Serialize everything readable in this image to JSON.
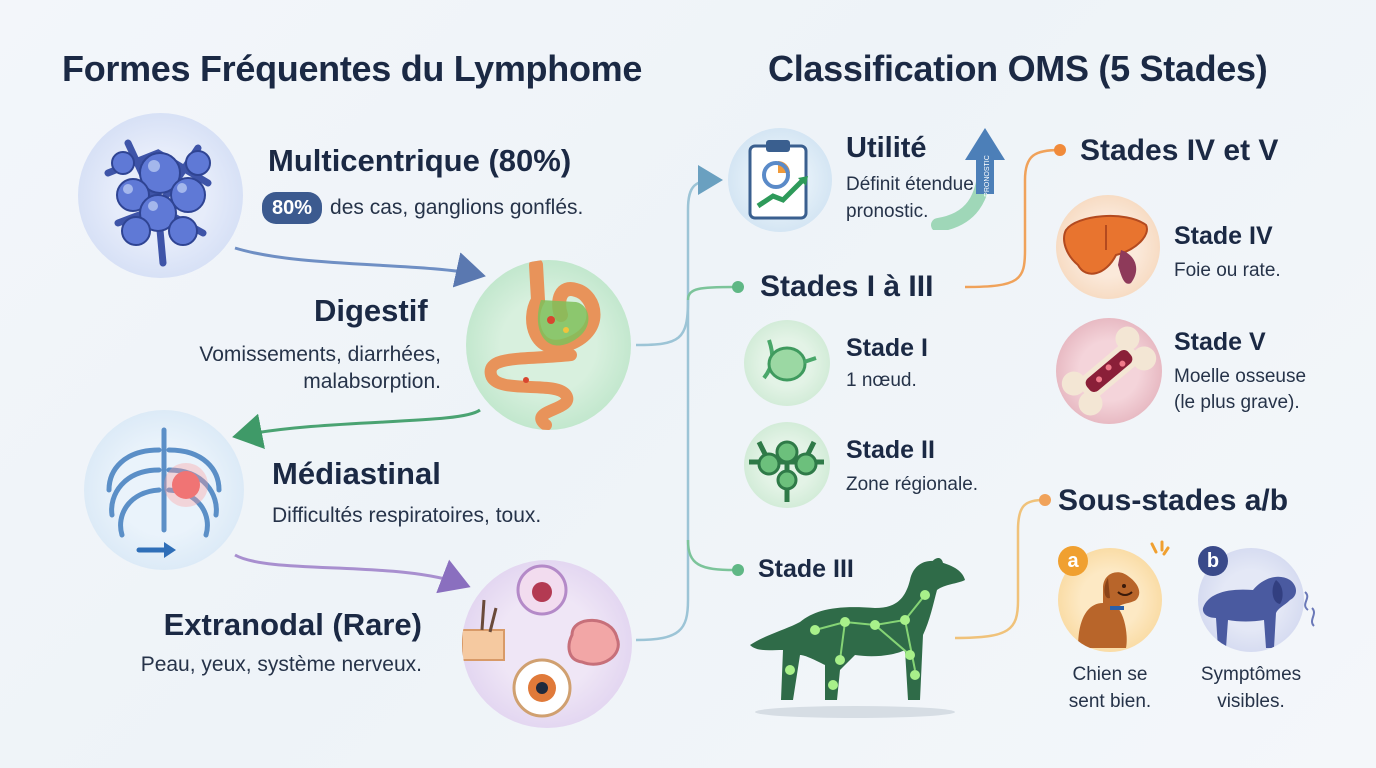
{
  "left": {
    "title": "Formes Fréquentes du Lymphome",
    "multicentric": {
      "heading": "Multicentrique (80%)",
      "badge": "80%",
      "text": "des cas, ganglions gonflés."
    },
    "digestive": {
      "heading": "Digestif",
      "line1": "Vomissements, diarrhées,",
      "line2": "malabsorption."
    },
    "mediastinal": {
      "heading": "Médiastinal",
      "text": "Difficultés respiratoires, toux."
    },
    "extranodal": {
      "heading": "Extranodal (Rare)",
      "text": "Peau, yeux, système nerveux."
    }
  },
  "right": {
    "title": "Classification OMS (5 Stades)",
    "utility": {
      "heading": "Utilité",
      "line1": "Définit étendue,",
      "line2": "pronostic.",
      "arrow_label": "PRONOSTIC"
    },
    "stages_1_3": {
      "heading": "Stades I à III",
      "stage1": {
        "heading": "Stade I",
        "text": "1 nœud."
      },
      "stage2": {
        "heading": "Stade II",
        "text": "Zone régionale."
      },
      "stage3": {
        "heading": "Stade III"
      }
    },
    "stages_4_5": {
      "heading": "Stades IV et V",
      "stage4": {
        "heading": "Stade IV",
        "text": "Foie ou rate."
      },
      "stage5": {
        "heading": "Stade V",
        "line1": "Moelle osseuse",
        "line2": "(le plus grave)."
      }
    },
    "substages": {
      "heading": "Sous-stades a/b",
      "a": {
        "letter": "a",
        "line1": "Chien se",
        "line2": "sent bien."
      },
      "b": {
        "letter": "b",
        "line1": "Symptômes",
        "line2": "visibles."
      }
    }
  },
  "colors": {
    "blue_connector": "#6f8fc4",
    "green_connector": "#7cc49a",
    "orange_connector": "#f0a25a",
    "purple_connector": "#a88fcf",
    "badge_blue": "#3c5a8f"
  }
}
